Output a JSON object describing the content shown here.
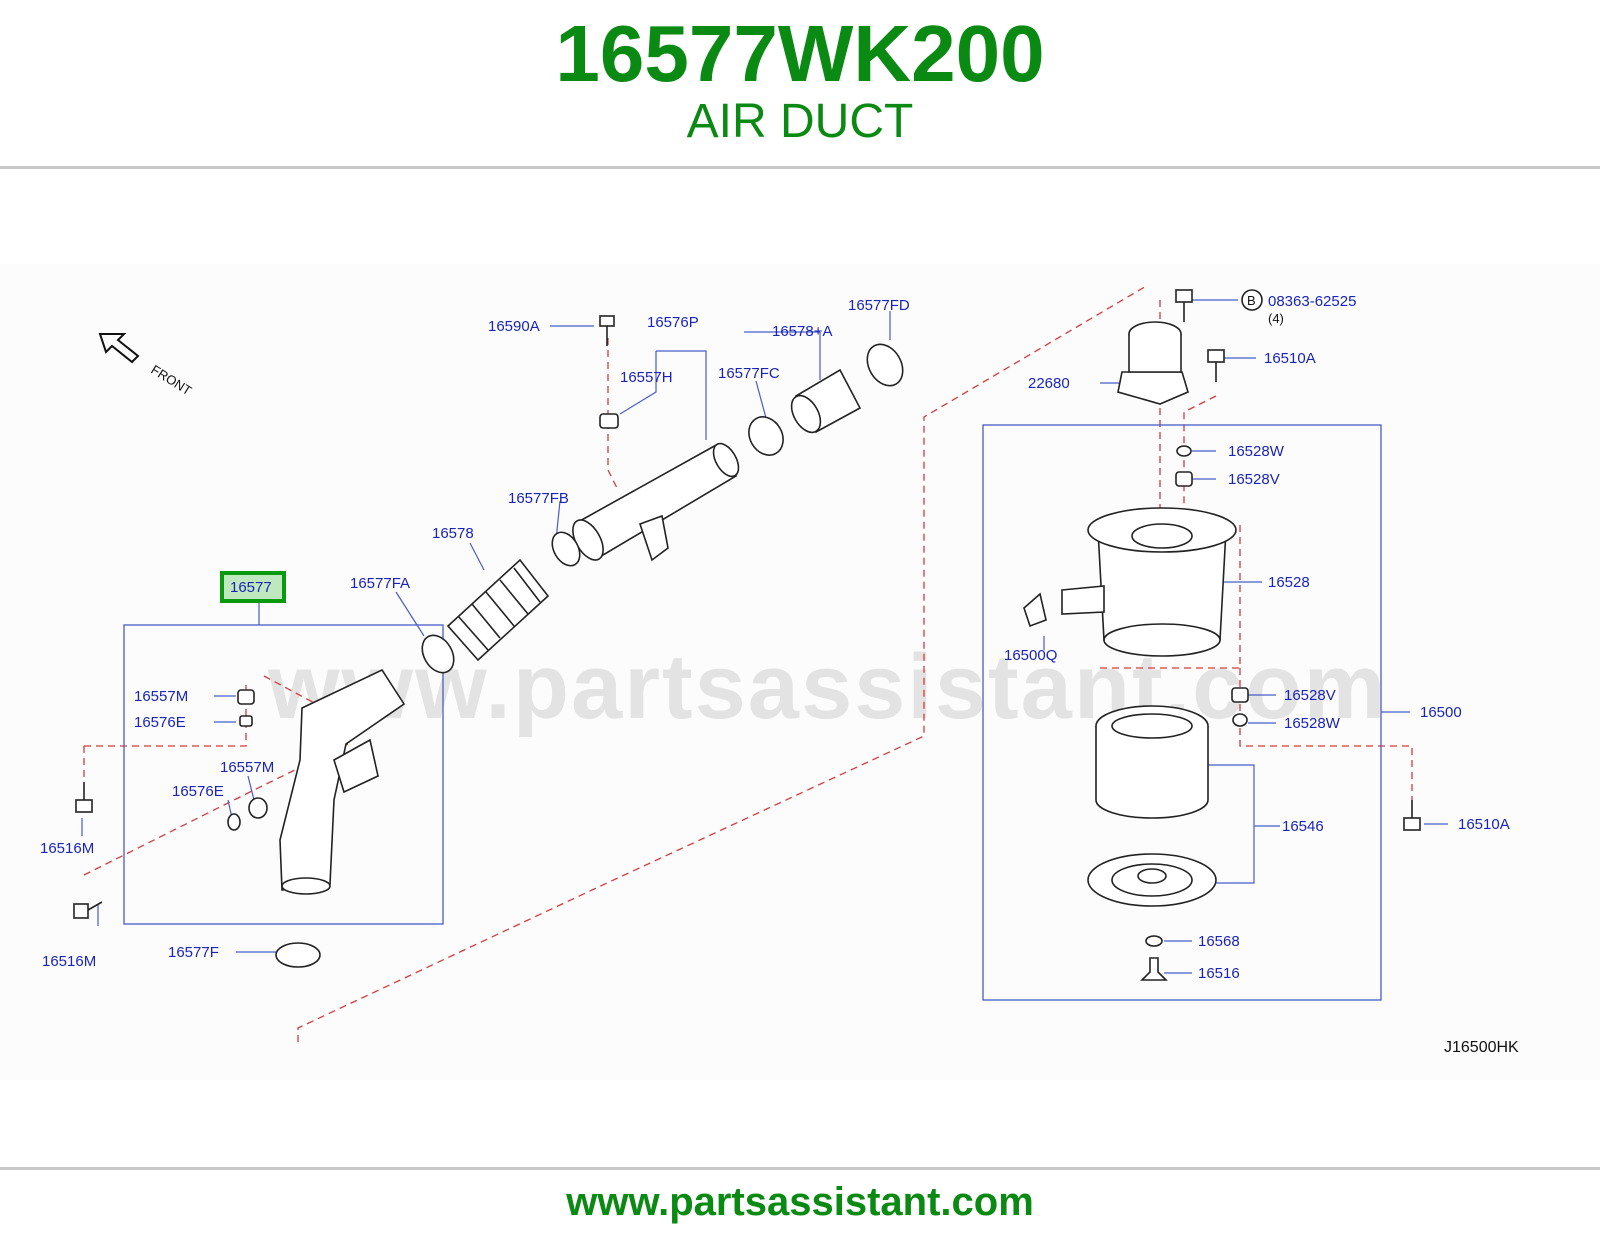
{
  "header": {
    "part_number": "16577WK200",
    "part_name": "AIR DUCT"
  },
  "watermark": "www.partsassistant.com",
  "footer": {
    "url": "www.partsassistant.com"
  },
  "diagram": {
    "front_label": "FRONT",
    "diagram_code": "J16500HK",
    "highlighted_part": "16577",
    "labels": {
      "p16577": "16577",
      "p16590A": "16590A",
      "p16576P": "16576P",
      "p16578A": "16578+A",
      "p16577FD": "16577FD",
      "p16557H": "16557H",
      "p16577FC": "16577FC",
      "p16577FB": "16577FB",
      "p16578": "16578",
      "p16577FA": "16577FA",
      "p16557M_1": "16557M",
      "p16576E_1": "16576E",
      "p16557M_2": "16557M",
      "p16576E_2": "16576E",
      "p16516M_1": "16516M",
      "p16516M_2": "16516M",
      "p16577F": "16577F",
      "p08363": "08363-62525",
      "p08363_qty": "(4)",
      "bolt_marker": "B",
      "p22680": "22680",
      "p16510A_1": "16510A",
      "p16528W_1": "16528W",
      "p16528V_1": "16528V",
      "p16528": "16528",
      "p16500Q": "16500Q",
      "p16528V_2": "16528V",
      "p16528W_2": "16528W",
      "p16500": "16500",
      "p16510A_2": "16510A",
      "p16546": "16546",
      "p16568": "16568",
      "p16516": "16516"
    }
  }
}
